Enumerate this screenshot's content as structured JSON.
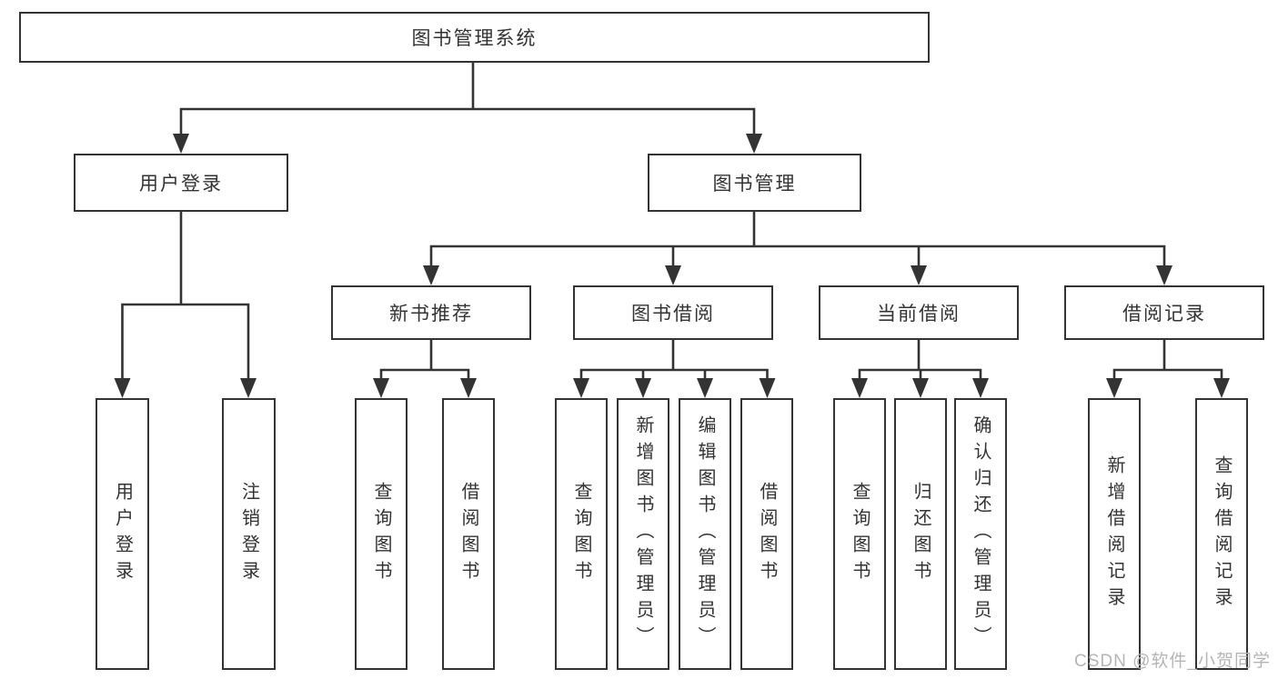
{
  "diagram": {
    "root_label": "图书管理系统",
    "level2": {
      "user_login": "用户登录",
      "book_mgmt": "图书管理"
    },
    "level3": {
      "new_books": "新书推荐",
      "book_borrow": "图书借阅",
      "current_borrow": "当前借阅",
      "borrow_records": "借阅记录"
    },
    "leaves": {
      "user_login": [
        "用户登录",
        "注销登录"
      ],
      "new_books": [
        "查询图书",
        "借阅图书"
      ],
      "book_borrow": [
        "查询图书",
        "新增图书（管理员）",
        "编辑图书（管理员）",
        "借阅图书"
      ],
      "current_borrow": [
        "查询图书",
        "归还图书",
        "确认归还（管理员）"
      ],
      "borrow_records": [
        "新增借阅记录",
        "查询借阅记录"
      ]
    }
  },
  "watermark": {
    "text": "CSDN @软件_小贺同学"
  },
  "colors": {
    "line": "#333333",
    "text": "#333333",
    "watermark": "#b5b5b5",
    "background": "#ffffff"
  }
}
